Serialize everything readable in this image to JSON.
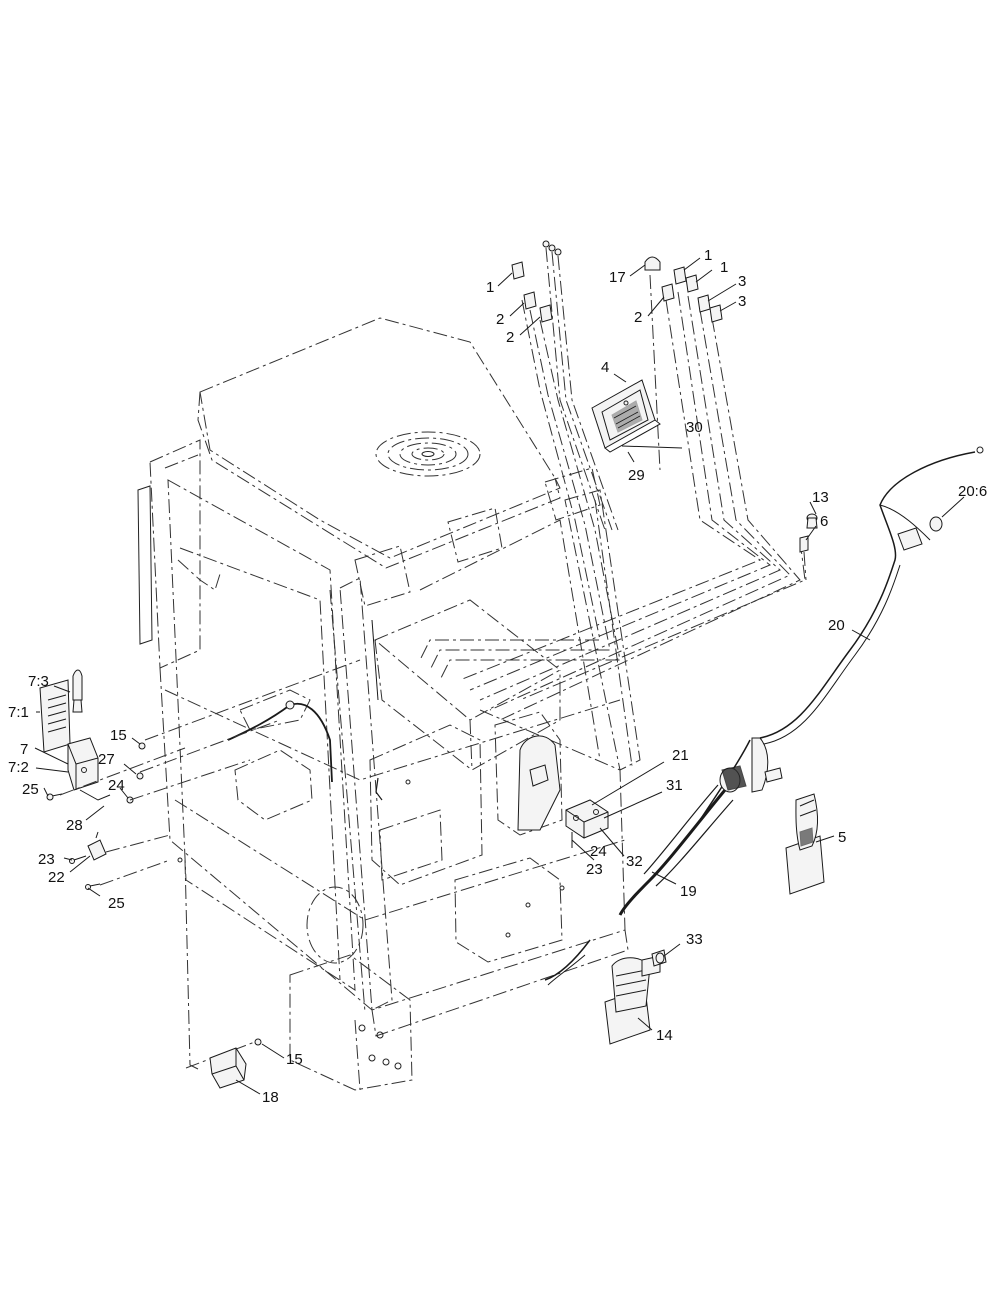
{
  "diagram": {
    "callouts": [
      {
        "id": "c1a",
        "text": "1"
      },
      {
        "id": "c2a",
        "text": "2"
      },
      {
        "id": "c2b",
        "text": "2"
      },
      {
        "id": "c17",
        "text": "17"
      },
      {
        "id": "c1b",
        "text": "1"
      },
      {
        "id": "c1c",
        "text": "1"
      },
      {
        "id": "c3a",
        "text": "3"
      },
      {
        "id": "c3b",
        "text": "3"
      },
      {
        "id": "c2c",
        "text": "2"
      },
      {
        "id": "c4",
        "text": "4"
      },
      {
        "id": "c30",
        "text": "30"
      },
      {
        "id": "c29",
        "text": "29"
      },
      {
        "id": "c13",
        "text": "13"
      },
      {
        "id": "c6",
        "text": "6"
      },
      {
        "id": "c20_6",
        "text": "20:6"
      },
      {
        "id": "c20",
        "text": "20"
      },
      {
        "id": "c7_3",
        "text": "7:3"
      },
      {
        "id": "c7_1",
        "text": "7:1"
      },
      {
        "id": "c7",
        "text": "7"
      },
      {
        "id": "c7_2",
        "text": "7:2"
      },
      {
        "id": "c15a",
        "text": "15"
      },
      {
        "id": "c27",
        "text": "27"
      },
      {
        "id": "c24a",
        "text": "24"
      },
      {
        "id": "c25a",
        "text": "25"
      },
      {
        "id": "c28",
        "text": "28"
      },
      {
        "id": "c23a",
        "text": "23"
      },
      {
        "id": "c22",
        "text": "22"
      },
      {
        "id": "c25b",
        "text": "25"
      },
      {
        "id": "c21",
        "text": "21"
      },
      {
        "id": "c31",
        "text": "31"
      },
      {
        "id": "c24b",
        "text": "24"
      },
      {
        "id": "c32",
        "text": "32"
      },
      {
        "id": "c23b",
        "text": "23"
      },
      {
        "id": "c5",
        "text": "5"
      },
      {
        "id": "c19",
        "text": "19"
      },
      {
        "id": "c33",
        "text": "33"
      },
      {
        "id": "c14",
        "text": "14"
      },
      {
        "id": "c15b",
        "text": "15"
      },
      {
        "id": "c18",
        "text": "18"
      }
    ]
  }
}
